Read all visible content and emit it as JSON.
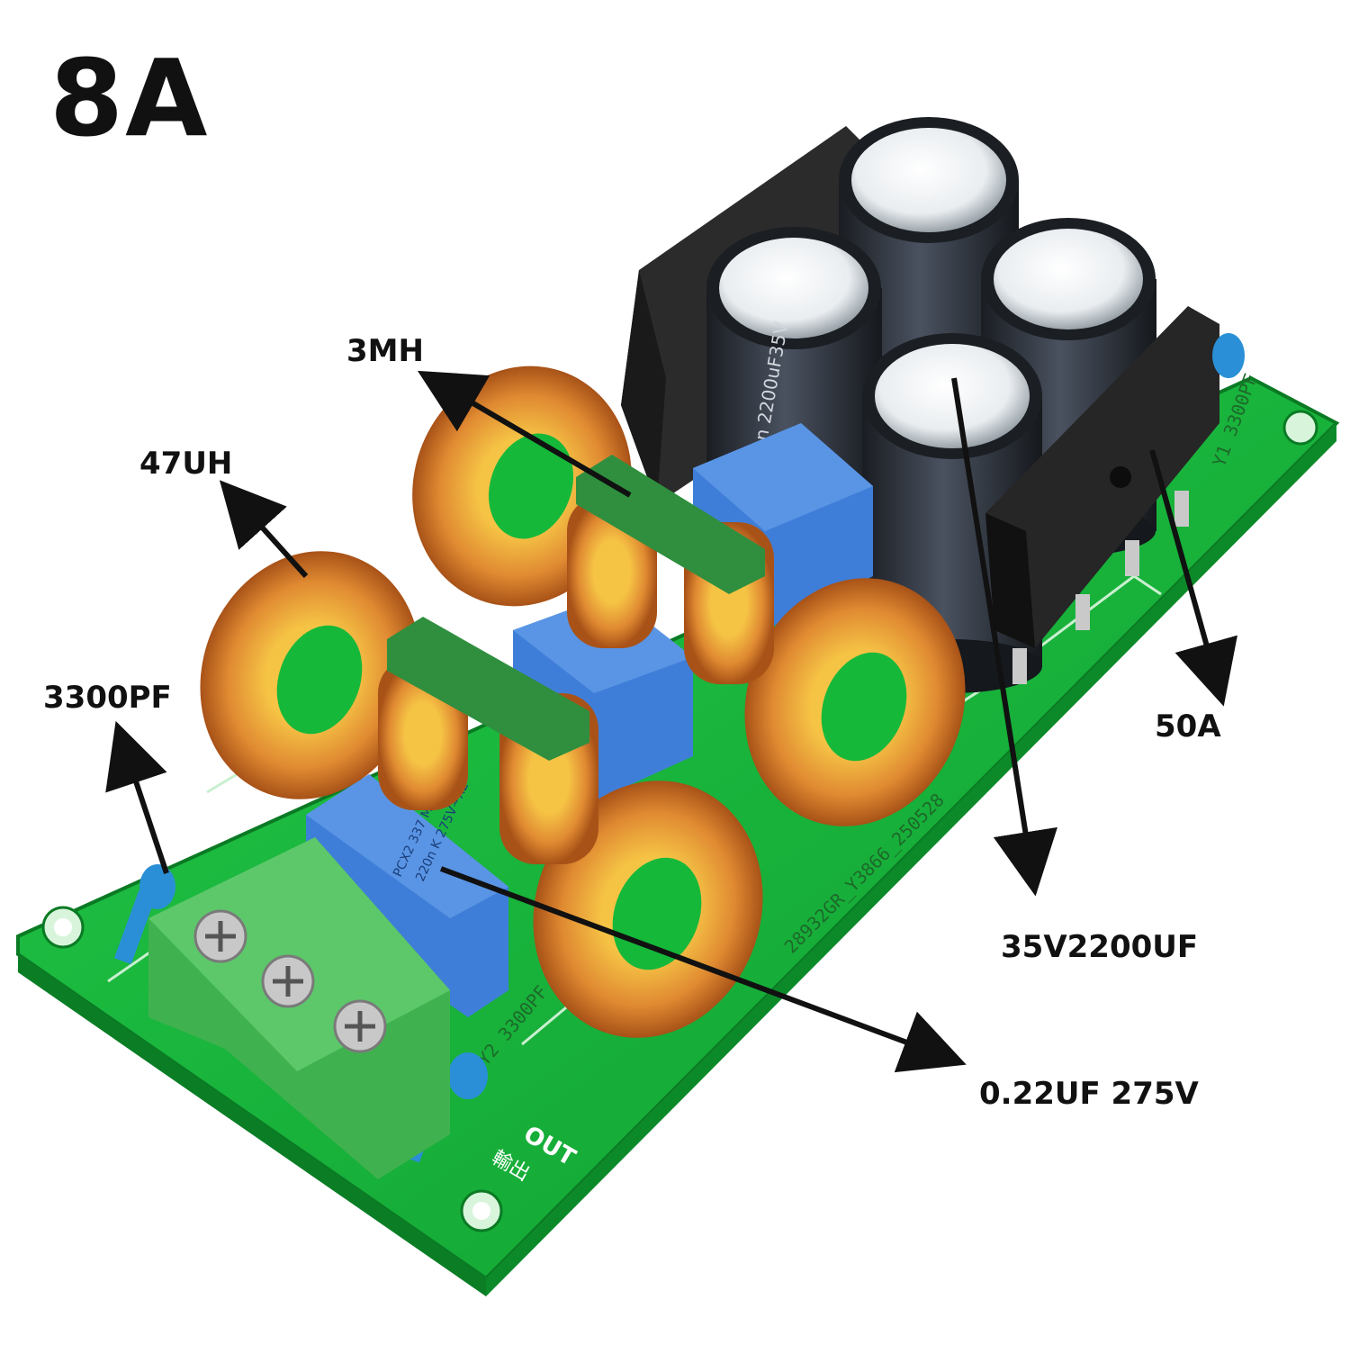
{
  "title": "8A",
  "labels": {
    "l1": "3MH",
    "l2": "47UH",
    "l3": "3300PF",
    "l4": "50A",
    "l5": "35V2200UF",
    "l6": "0.22UF 275V"
  },
  "board_print": {
    "out": "OUT",
    "out_cn": "輸出",
    "y2": "Y2 3300PF",
    "y1": "Y1 3300PF",
    "code": "28932GR_Y3866_250528",
    "cap_print": "220n K 275V~X2",
    "cap_print2": "PCX2 337 MKP",
    "elec_print": "nichicon 2200uF35V"
  },
  "colors": {
    "pcb": "#16b83a",
    "copper": "#d9813a",
    "film_cap": "#3f7ed8",
    "bridge": "#232323",
    "arrow": "#111111"
  }
}
